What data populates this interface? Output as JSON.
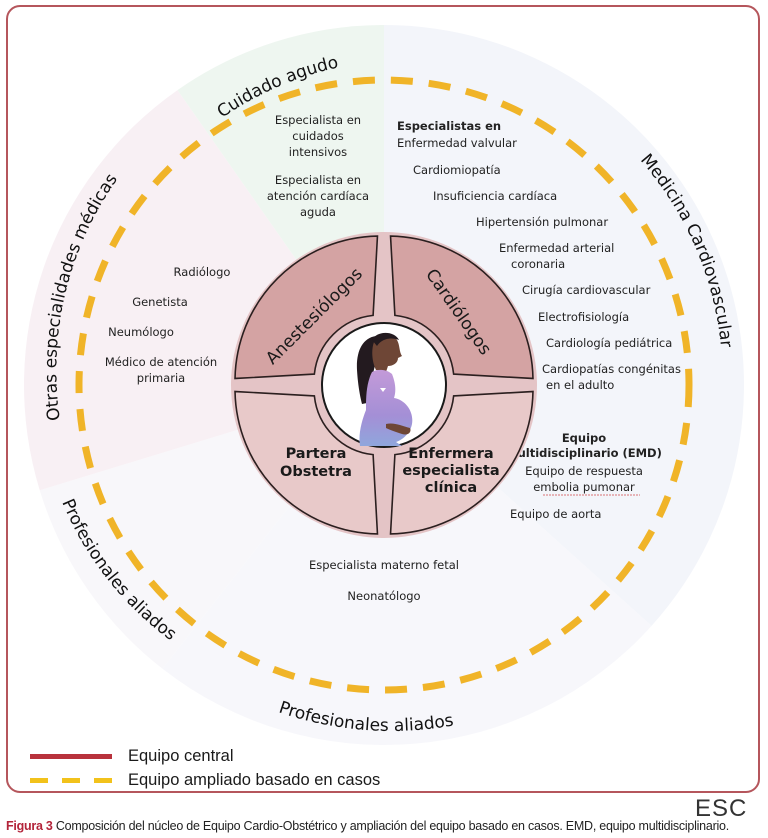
{
  "sectors": {
    "acute_care": {
      "title": "Cuidado agudo",
      "items": [
        "Especialista en",
        "cuidados",
        "intensivos",
        "Especialista en",
        "atención cardíaca",
        "aguda"
      ]
    },
    "cardiovascular": {
      "title": "Medicina Cardiovascular",
      "specialists_heading": "Especialistas en",
      "specialists": [
        "Enfermedad valvular",
        "Cardiomiopatía",
        "Insuficiencia cardíaca",
        "Hipertensión pulmonar",
        "Enfermedad arterial",
        "coronaria",
        "Cirugía cardiovascular",
        "Electrofisiología",
        "Cardiología pediátrica",
        "Cardiopatías congénitas",
        "en el adulto"
      ],
      "team_heading_1": "Equipo",
      "team_heading_2": "Multidisciplinario (EMD)",
      "teams": [
        "Equipo de respuesta",
        "embolia pumonar",
        "Equipo de aorta"
      ]
    },
    "other_specialties": {
      "title": "Otras especialidades médicas",
      "items": [
        "Radiólogo",
        "Genetista",
        "Neumólogo",
        "Médico de atención",
        "primaria"
      ]
    },
    "allied_left": {
      "title": "Profesionales aliados"
    },
    "allied_bottom": {
      "title": "Profesionales aliados",
      "items": [
        "Especialista materno fetal",
        "Neonatólogo"
      ]
    }
  },
  "core": {
    "top_left": "Anestesiólogos",
    "top_right": "Cardiólogos",
    "bottom_left": [
      "Partera",
      "Obstetra"
    ],
    "bottom_right": [
      "Enfermera",
      "especialista",
      "clínica"
    ],
    "center_icon": "pregnant-woman-icon"
  },
  "legend": [
    {
      "label": "Equipo central",
      "style": "solid",
      "color": "#b8323c"
    },
    {
      "label": "Equipo ampliado basado en casos",
      "style": "dashed",
      "color": "#f2c21b"
    }
  ],
  "colors": {
    "frame": "#b5565c",
    "dashed_ring": "#f0b428",
    "core_dark": "#d4a3a3",
    "core_light": "#e8c9c9",
    "acute_care_bg": "#eef6f0",
    "cardiovascular_bg": "#f3f5fa",
    "other_bg": "#f8f0f4",
    "allied_bg": "#f7f7fb"
  },
  "logo": {
    "text": "ESC",
    "icon": "heart-logo-icon"
  },
  "caption": {
    "figure_label": "Figura 3",
    "text": " Composición del núcleo de Equipo Cardio-Obstétrico y ampliación del equipo basado en casos. EMD, equipo multidisciplinario."
  }
}
